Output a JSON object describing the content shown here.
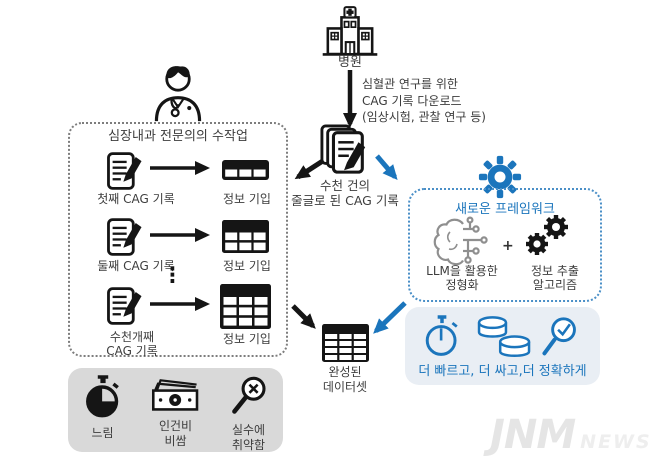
{
  "colors": {
    "accent_blue": "#1b75bc",
    "framework_border_blue": "#4a8fc7",
    "drawback_box_gray": "#d9d9d9",
    "benefit_box_bluegray": "#e9eef4"
  },
  "hospital": {
    "label": "병원"
  },
  "download_note": {
    "line1": "심혈관 연구를 위한",
    "line2": "CAG 기록 다운로드",
    "line3": "(임상시험, 관찰 연구 등)"
  },
  "records": {
    "line1": "수천 건의",
    "line2": "줄글로 된 CAG 기록"
  },
  "manual_box": {
    "title": "심장내과 전문의의 수작업",
    "ellipsis": "⋮",
    "rows": [
      {
        "label": "첫째 CAG 기록",
        "result": "정보 기입"
      },
      {
        "label": "둘째 CAG 기록",
        "result": "정보 기입"
      },
      {
        "label_line1": "수천개째",
        "label_line2": "CAG 기록",
        "result": "정보 기입"
      }
    ]
  },
  "drawbacks": {
    "items": [
      {
        "label": "느림"
      },
      {
        "label_line1": "인건비",
        "label_line2": "비쌈"
      },
      {
        "label_line1": "실수에",
        "label_line2": "취약함"
      }
    ]
  },
  "framework": {
    "title": "새로운 프레임워크",
    "plus": "+",
    "left_label_line1": "LLM을 활용한",
    "left_label_line2": "정형화",
    "right_label_line1": "정보 추출",
    "right_label_line2": "알고리즘"
  },
  "benefits": {
    "text": "더 빠르고, 더 싸고,더 정확하게"
  },
  "dataset": {
    "label_line1": "완성된",
    "label_line2": "데이터셋"
  },
  "watermark": {
    "main": "JNM",
    "sub": "NEWS"
  }
}
